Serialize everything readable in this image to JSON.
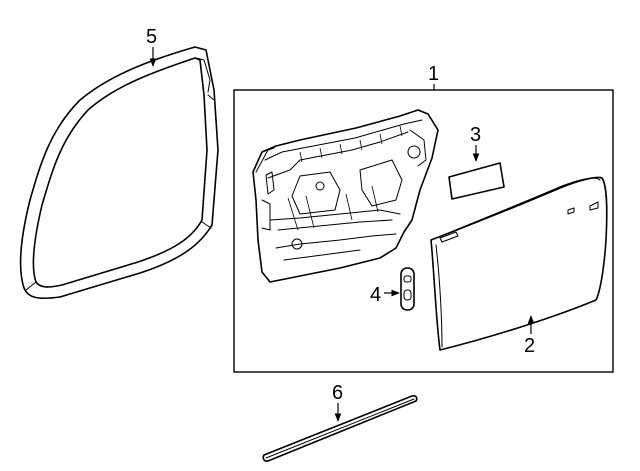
{
  "callouts": {
    "assembly": "1",
    "outer_panel": "2",
    "insulator": "3",
    "bracket": "4",
    "weatherstrip": "5",
    "molding": "6"
  },
  "colors": {
    "line": "#000000",
    "background": "#ffffff"
  }
}
